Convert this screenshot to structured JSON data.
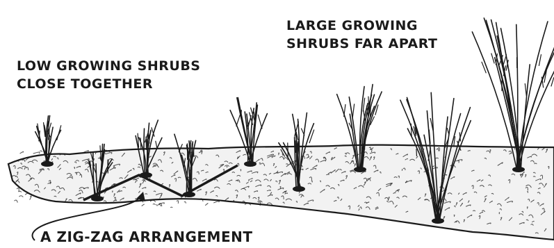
{
  "labels": {
    "low_growing": [
      "LOW GROWING SHRUBS",
      "CLOSE TOGETHER"
    ],
    "large_growing": [
      "LARGE GROWING",
      "SHRUBS FAR APART"
    ],
    "zigzag": "A ZIG-ZAG ARRANGEMENT"
  },
  "colors": {
    "ink": "#1a1a1a",
    "paper": "#ffffff"
  }
}
